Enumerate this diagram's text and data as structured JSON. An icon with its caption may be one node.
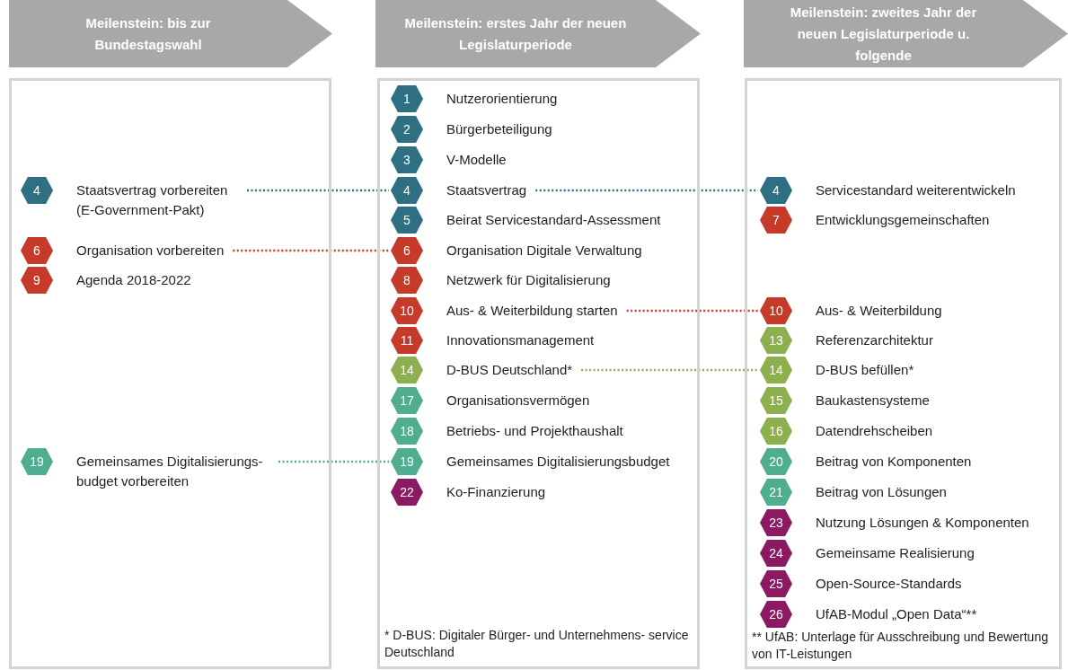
{
  "diagram": {
    "nodes": [
      {
        "text": [
          "Meilenstein: bis zur Bundestagswahl"
        ]
      },
      {
        "text": [
          "Meilenstein: erstes Jahr der neuen Legislaturperiode"
        ]
      },
      {
        "text": [
          "Meilenstein: zweites Jahr der neuen Legislaturperiode u. folgende"
        ]
      },
      {
        "text": [],
        "shape": "box"
      },
      {
        "text": [],
        "shape": "box"
      },
      {
        "text": [],
        "shape": "box"
      },
      {
        "text": [
          "4"
        ],
        "beside": [
          "Staatsvertrag vorbereiten (E-Government-Pakt)"
        ],
        "in": 3
      },
      {
        "text": [
          "6"
        ],
        "beside": [
          "Organisation vorbereiten"
        ],
        "in": 3
      },
      {
        "text": [
          "9"
        ],
        "beside": [
          "Agenda 2018-2022"
        ],
        "in": 3
      },
      {
        "text": [
          "19"
        ],
        "beside": [
          "Gemeinsames Digitalisierungs- budget vorbereiten"
        ],
        "in": 3
      },
      {
        "text": [
          "1"
        ],
        "beside": [
          "Nutzerorientierung"
        ],
        "in": 4
      },
      {
        "text": [
          "2"
        ],
        "beside": [
          "Bürgerbeteiligung"
        ],
        "in": 4
      },
      {
        "text": [
          "3"
        ],
        "beside": [
          "V-Modelle"
        ],
        "in": 4
      },
      {
        "text": [
          "4"
        ],
        "beside": [
          "Staatsvertrag"
        ],
        "in": 4
      },
      {
        "text": [
          "5"
        ],
        "beside": [
          "Beirat Servicestandard-Assessment"
        ],
        "in": 4
      },
      {
        "text": [
          "6"
        ],
        "beside": [
          "Organisation Digitale Verwaltung"
        ],
        "in": 4
      },
      {
        "text": [
          "8"
        ],
        "beside": [
          "Netzwerk für Digitalisierung"
        ],
        "in": 4
      },
      {
        "text": [
          "10"
        ],
        "beside": [
          "Aus- & Weiterbildung starten"
        ],
        "in": 4
      },
      {
        "text": [
          "11"
        ],
        "beside": [
          "Innovationsmanagement"
        ],
        "in": 4
      },
      {
        "text": [
          "14"
        ],
        "beside": [
          "D-BUS Deutschland*"
        ],
        "in": 4
      },
      {
        "text": [
          "17"
        ],
        "beside": [
          "Organisationsvermögen"
        ],
        "in": 4
      },
      {
        "text": [
          "18"
        ],
        "beside": [
          "Betriebs- und Projekthaushalt"
        ],
        "in": 4
      },
      {
        "text": [
          "19"
        ],
        "beside": [
          "Gemeinsames Digitalisierungsbudget"
        ],
        "in": 4
      },
      {
        "text": [
          "22"
        ],
        "beside": [
          "Ko-Finanzierung"
        ],
        "in": 4
      },
      {
        "text": [
          "4"
        ],
        "beside": [
          "Servicestandard weiterentwickeln"
        ],
        "in": 5
      },
      {
        "text": [
          "7"
        ],
        "beside": [
          "Entwicklungsgemeinschaften"
        ],
        "in": 5
      },
      {
        "text": [
          "10"
        ],
        "beside": [
          "Aus- & Weiterbildung"
        ],
        "in": 5
      },
      {
        "text": [
          "13"
        ],
        "beside": [
          "Referenzarchitektur"
        ],
        "in": 5
      },
      {
        "text": [
          "14"
        ],
        "beside": [
          "D-BUS befüllen*"
        ],
        "in": 5
      },
      {
        "text": [
          "15"
        ],
        "beside": [
          "Baukastensysteme"
        ],
        "in": 5
      },
      {
        "text": [
          "16"
        ],
        "beside": [
          "Datendrehscheiben"
        ],
        "in": 5
      },
      {
        "text": [
          "20"
        ],
        "beside": [
          "Beitrag von Komponenten"
        ],
        "in": 5
      },
      {
        "text": [
          "21"
        ],
        "beside": [
          "Beitrag von Lösungen"
        ],
        "in": 5
      },
      {
        "text": [
          "23"
        ],
        "beside": [
          "Nutzung Lösungen & Komponenten"
        ],
        "in": 5
      },
      {
        "text": [
          "24"
        ],
        "beside": [
          "Gemeinsame Realisierung"
        ],
        "in": 5
      },
      {
        "text": [
          "25"
        ],
        "beside": [
          "Open-Source-Standards"
        ],
        "in": 5
      },
      {
        "text": [
          "26"
        ],
        "beside": [
          "UfAB-Modul „Open Data“**"
        ],
        "in": 5
      }
    ],
    "edges": [
      {
        "from": 6,
        "to": 13,
        "arrow": "none",
        "style": "dashed",
        "color": "#2f6f84"
      },
      {
        "from": 13,
        "to": 24,
        "arrow": "none",
        "style": "dashed",
        "color": "#2f6f84"
      },
      {
        "from": 7,
        "to": 15,
        "arrow": "none",
        "style": "dashed",
        "color": "#c63a2a"
      },
      {
        "from": 17,
        "to": 26,
        "arrow": "none",
        "style": "dashed",
        "color": "#c63a2a"
      },
      {
        "from": 19,
        "to": 28,
        "arrow": "none",
        "style": "dashed",
        "color": "#8db04f"
      },
      {
        "from": 9,
        "to": 22,
        "arrow": "none",
        "style": "dashed",
        "color": "#4fae8f"
      }
    ],
    "labels": [
      "* D-BUS: Digitaler Bürger- und Unternehmens- service Deutschland",
      "** UfAB: Unterlage für Ausschreibung und Bewertung von IT-Leistungen"
    ]
  }
}
